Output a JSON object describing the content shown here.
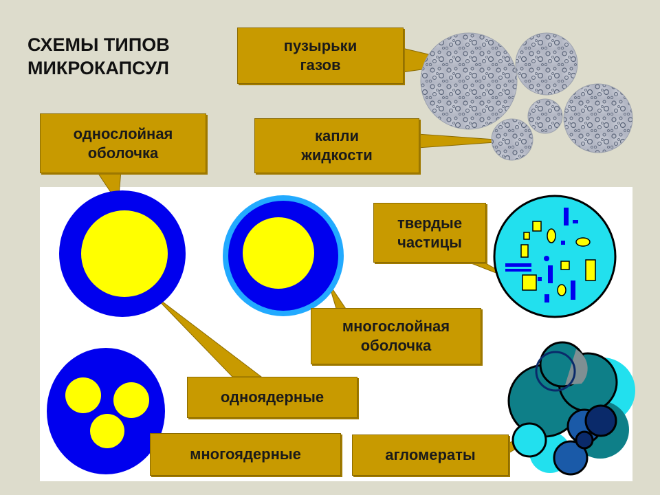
{
  "title": {
    "line1": "СХЕМЫ ТИПОВ",
    "line2": "МИКРОКАПСУЛ"
  },
  "labels": {
    "gas_bubbles": {
      "line1": "пузырьки",
      "line2": "газов"
    },
    "liquid_drops": {
      "line1": "капли",
      "line2": "жидкости"
    },
    "single_shell": {
      "line1": "однослойная",
      "line2": "оболочка"
    },
    "solid_particles": {
      "line1": "твердые",
      "line2": "частицы"
    },
    "multi_shell": {
      "line1": "многослойная",
      "line2": "оболочка"
    },
    "mononuclear": "одноядерные",
    "multinuclear": "многоядерные",
    "agglomerates": "агломераты"
  },
  "colors": {
    "label_bg": "#c89a00",
    "shell_blue": "#0000ee",
    "core_yellow": "#ffff00",
    "light_blue": "#22aaff",
    "cyan": "#22e0ee",
    "teal": "#0e7f88",
    "navy": "#0a2a6a"
  }
}
